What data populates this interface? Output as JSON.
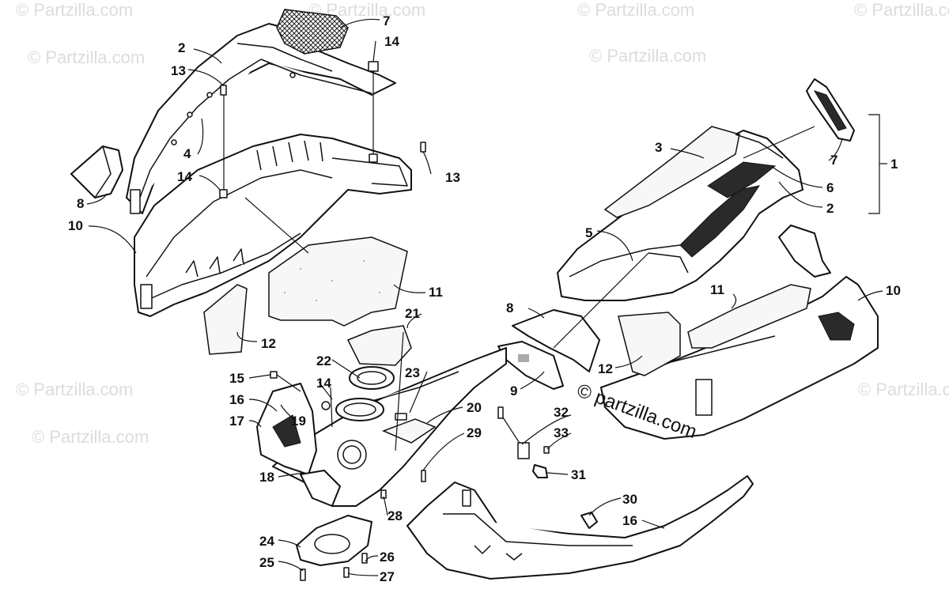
{
  "watermarks": {
    "repeat_text": "© Partzilla.com",
    "main_text": "© partzilla.com"
  },
  "callouts": [
    {
      "id": "c1",
      "label": "1"
    },
    {
      "id": "c2a",
      "label": "2"
    },
    {
      "id": "c2b",
      "label": "2"
    },
    {
      "id": "c3",
      "label": "3"
    },
    {
      "id": "c4",
      "label": "4"
    },
    {
      "id": "c5",
      "label": "5"
    },
    {
      "id": "c6",
      "label": "6"
    },
    {
      "id": "c7a",
      "label": "7"
    },
    {
      "id": "c7b",
      "label": "7"
    },
    {
      "id": "c8a",
      "label": "8"
    },
    {
      "id": "c8b",
      "label": "8"
    },
    {
      "id": "c9",
      "label": "9"
    },
    {
      "id": "c10a",
      "label": "10"
    },
    {
      "id": "c10b",
      "label": "10"
    },
    {
      "id": "c11a",
      "label": "11"
    },
    {
      "id": "c11b",
      "label": "11"
    },
    {
      "id": "c12a",
      "label": "12"
    },
    {
      "id": "c12b",
      "label": "12"
    },
    {
      "id": "c13a",
      "label": "13"
    },
    {
      "id": "c13b",
      "label": "13"
    },
    {
      "id": "c14a",
      "label": "14"
    },
    {
      "id": "c14b",
      "label": "14"
    },
    {
      "id": "c14c",
      "label": "14"
    },
    {
      "id": "c15",
      "label": "15"
    },
    {
      "id": "c16a",
      "label": "16"
    },
    {
      "id": "c16b",
      "label": "16"
    },
    {
      "id": "c17",
      "label": "17"
    },
    {
      "id": "c18",
      "label": "18"
    },
    {
      "id": "c19",
      "label": "19"
    },
    {
      "id": "c20",
      "label": "20"
    },
    {
      "id": "c21",
      "label": "21"
    },
    {
      "id": "c22",
      "label": "22"
    },
    {
      "id": "c23",
      "label": "23"
    },
    {
      "id": "c24",
      "label": "24"
    },
    {
      "id": "c25",
      "label": "25"
    },
    {
      "id": "c26",
      "label": "26"
    },
    {
      "id": "c27",
      "label": "27"
    },
    {
      "id": "c28",
      "label": "28"
    },
    {
      "id": "c29",
      "label": "29"
    },
    {
      "id": "c30",
      "label": "30"
    },
    {
      "id": "c31",
      "label": "31"
    },
    {
      "id": "c32",
      "label": "32"
    },
    {
      "id": "c33",
      "label": "33"
    }
  ]
}
